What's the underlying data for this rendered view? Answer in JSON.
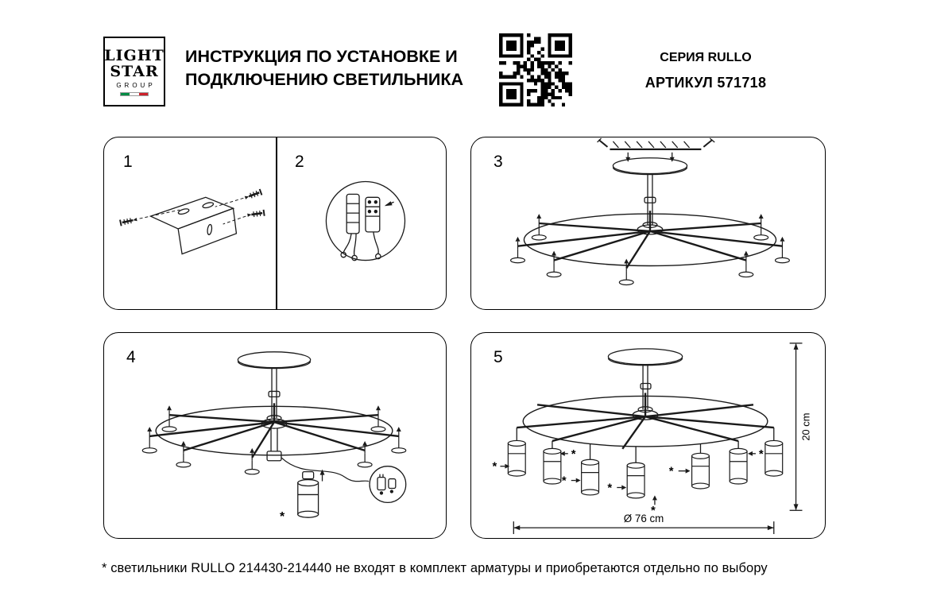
{
  "header": {
    "logo": {
      "line1": "LIGHT",
      "line2": "STAR",
      "line3": "GROUP"
    },
    "title": {
      "line1": "ИНСТРУКЦИЯ ПО УСТАНОВКЕ И",
      "line2": "ПОДКЛЮЧЕНИЮ СВЕТИЛЬНИКА"
    },
    "series": "СЕРИЯ RULLO",
    "article": "АРТИКУЛ 571718",
    "qr_icon": "qr-code"
  },
  "steps": {
    "s1": "1",
    "s2": "2",
    "s3": "3",
    "s4": "4",
    "s5": "5"
  },
  "dimensions": {
    "height": "20 cm",
    "diameter": "Ø 76 cm"
  },
  "symbols": {
    "asterisk": "*"
  },
  "colors": {
    "ink": "#000000",
    "flag_green": "#008C45",
    "flag_red": "#CD212A"
  },
  "footnote": "* светильники RULLO 214430-214440 не входят в комплект арматуры и приобретаются отдельно по выбору"
}
